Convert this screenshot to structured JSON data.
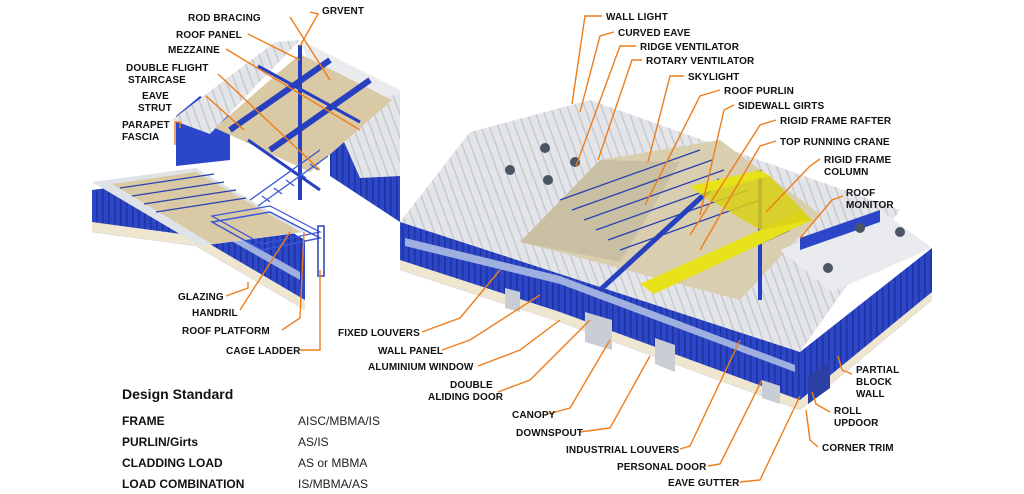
{
  "labels": {
    "grvent": "GRVENT",
    "rod_bracing": "ROD BRACING",
    "roof_panel": "ROOF PANEL",
    "mezzanine": "MEZZAINE",
    "double_flight_1": "DOUBLE FLIGHT",
    "double_flight_2": "STAIRCASE",
    "eave_strut_1": "EAVE",
    "eave_strut_2": "STRUT",
    "parapet_1": "PARAPET",
    "parapet_2": "FASCIA",
    "glazing": "GLAZING",
    "handril": "HANDRIL",
    "roof_platform": "ROOF PLATFORM",
    "cage_ladder": "CAGE LADDER",
    "fixed_louvers": "FIXED LOUVERS",
    "wall_panel": "WALL PANEL",
    "aluminium_window": "ALUMINIUM WINDOW",
    "double_door_1": "DOUBLE",
    "double_door_2": "ALIDING DOOR",
    "canopy": "CANOPY",
    "downspout": "DOWNSPOUT",
    "industrial_louvers": "INDUSTRIAL LOUVERS",
    "personal_door": "PERSONAL DOOR",
    "eave_gutter": "EAVE GUTTER",
    "wall_light": "WALL LIGHT",
    "curved_eave": "CURVED EAVE",
    "ridge_ventilator": "RIDGE VENTILATOR",
    "rotary_ventilator": "ROTARY VENTILATOR",
    "skylight": "SKYLIGHT",
    "roof_purlin": "ROOF PURLIN",
    "sidewall_girts": "SIDEWALL GIRTS",
    "rigid_frame_rafter": "RIGID FRAME RAFTER",
    "top_running_crane": "TOP RUNNING CRANE",
    "rigid_frame_column_1": "RIGID FRAME",
    "rigid_frame_column_2": "COLUMN",
    "roof_monitor_1": "ROOF",
    "roof_monitor_2": "MONITOR",
    "partial_block_1": "PARTIAL",
    "partial_block_2": "BLOCK",
    "partial_block_3": "WALL",
    "roll_updoor_1": "ROLL",
    "roll_updoor_2": "UPDOOR",
    "corner_trim": "CORNER TRIM"
  },
  "design_standard": {
    "title": "Design Standard",
    "rows": [
      {
        "key": "FRAME",
        "value": "AISC/MBMA/IS"
      },
      {
        "key": "PURLIN/Girts",
        "value": "AS/IS"
      },
      {
        "key": "CLADDING LOAD",
        "value": "AS or MBMA"
      },
      {
        "key": "LOAD COMBINATION",
        "value": "IS/MBMA/AS"
      }
    ]
  },
  "colors": {
    "wall_blue": "#2b46c9",
    "roof_gray": "#e3e5e8",
    "crane_yellow": "#e8e21a",
    "leader_orange": "#ee7d1c"
  }
}
